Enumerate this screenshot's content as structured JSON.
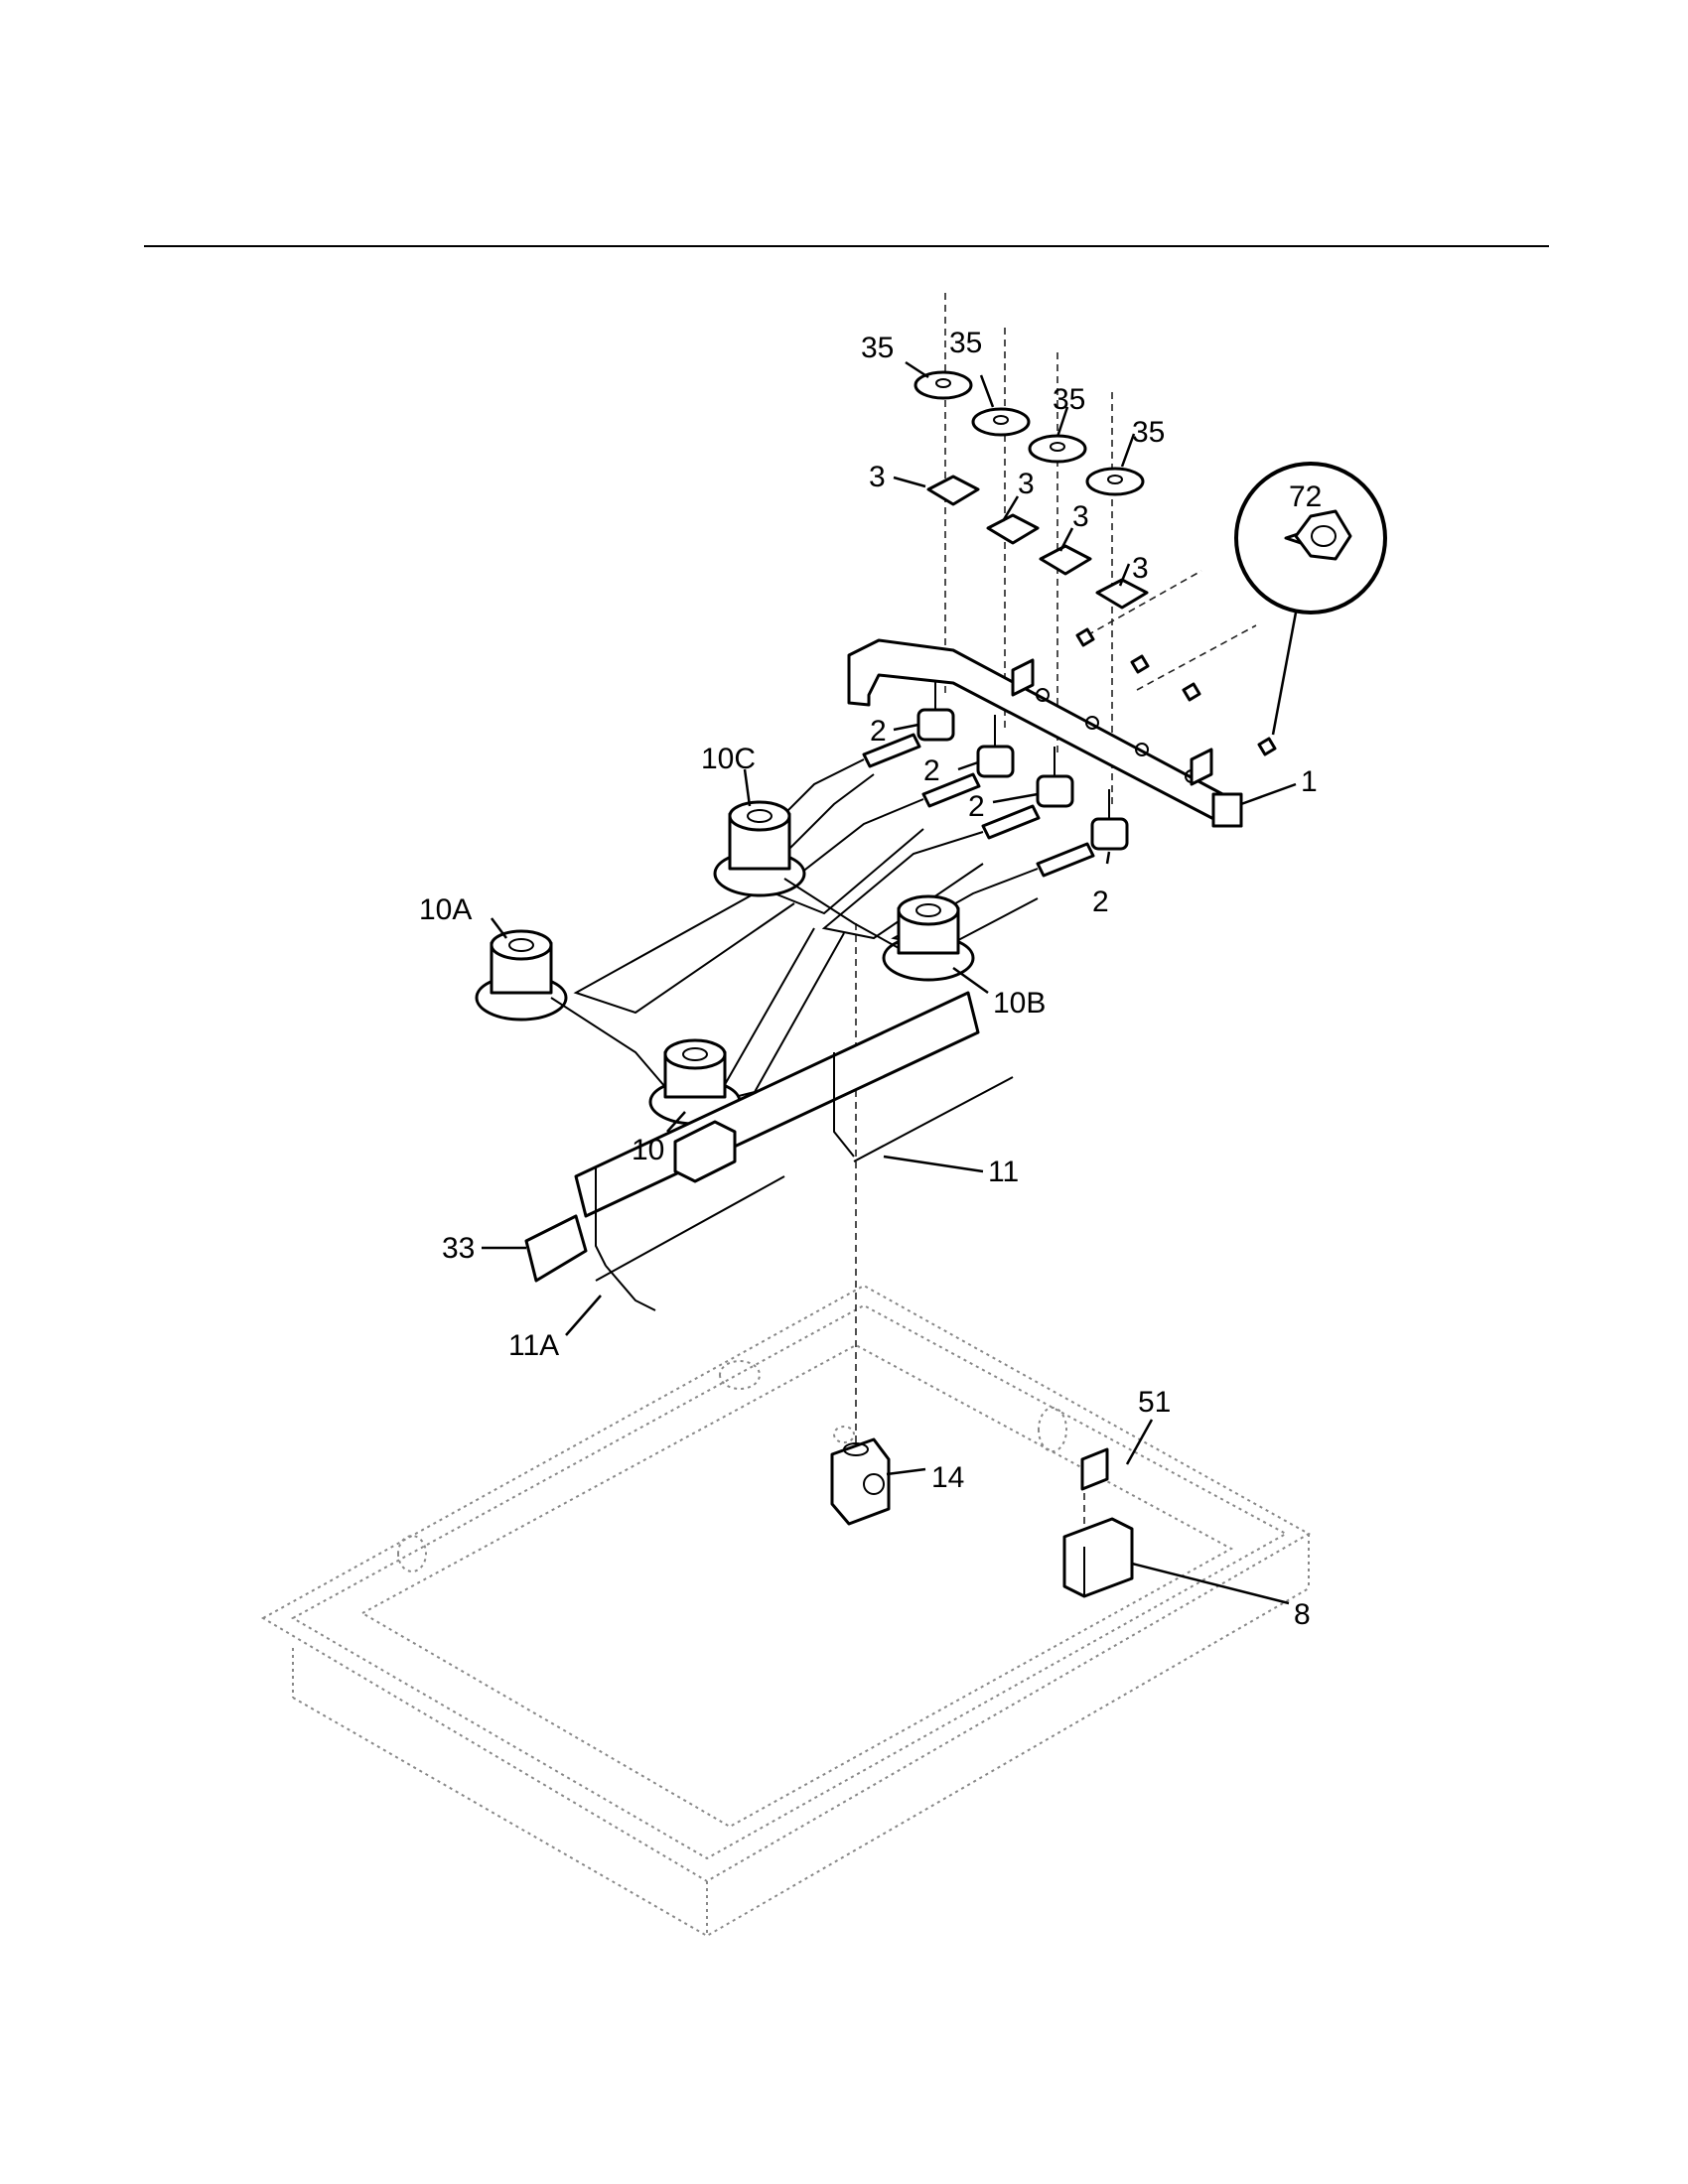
{
  "diagram": {
    "labels": {
      "l35a": "35",
      "l35b": "35",
      "l35c": "35",
      "l35d": "35",
      "l3a": "3",
      "l3b": "3",
      "l3c": "3",
      "l3d": "3",
      "l72": "72",
      "l2a": "2",
      "l2b": "2",
      "l2c": "2",
      "l2d": "2",
      "l1": "1",
      "l10c": "10C",
      "l10a": "10A",
      "l10b": "10B",
      "l10": "10",
      "l11": "11",
      "l33": "33",
      "l11a": "11A",
      "l51": "51",
      "l14": "14",
      "l8": "8"
    }
  }
}
